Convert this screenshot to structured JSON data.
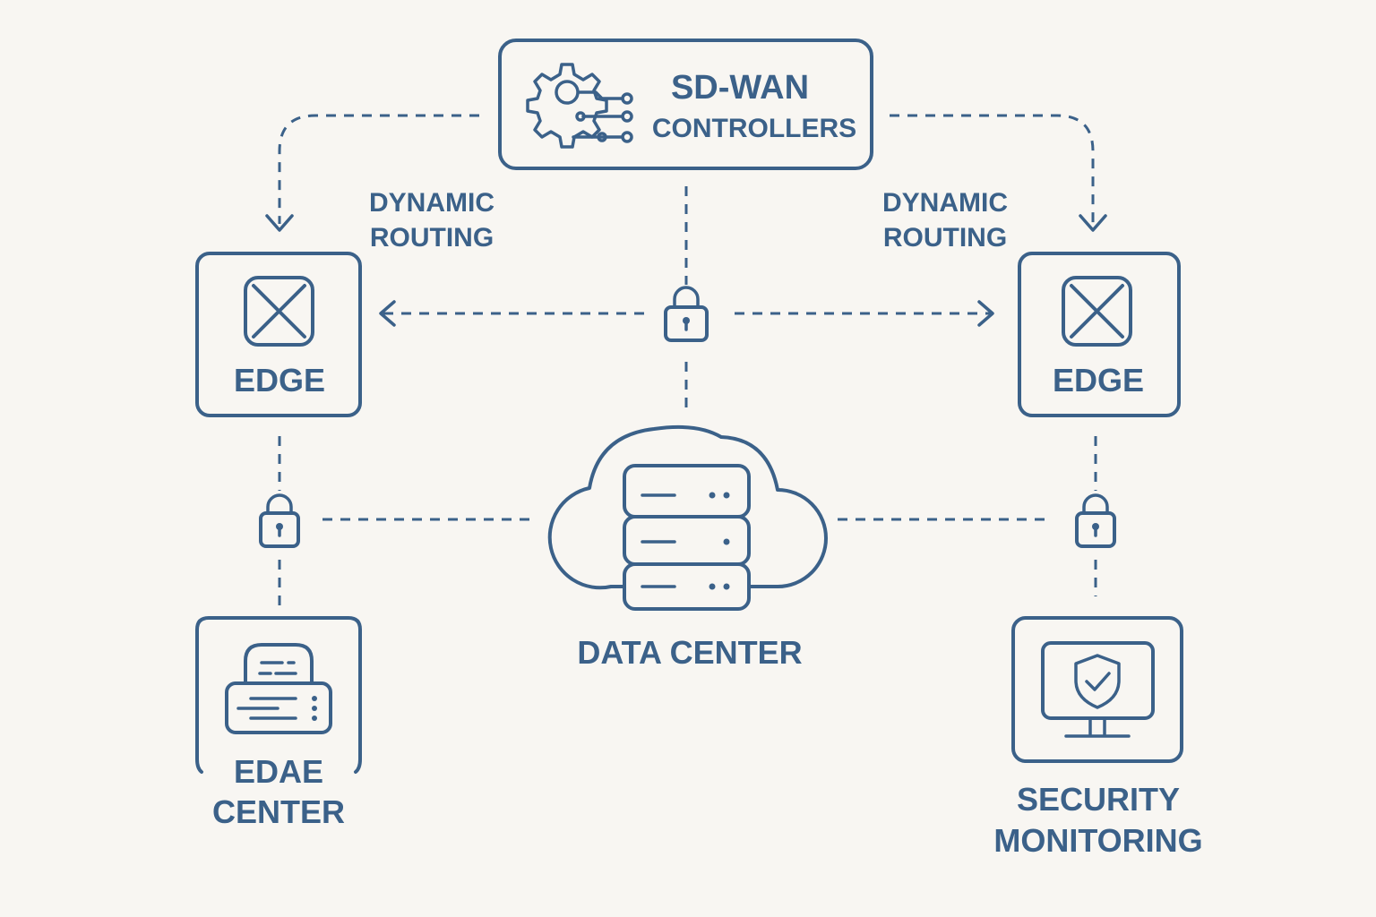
{
  "colors": {
    "background": "#f8f6f2",
    "stroke": "#3b6189"
  },
  "controllers": {
    "title": "SD-WAN",
    "subtitle": "CONTROLLERS",
    "icon": "gear-circuit-icon"
  },
  "routing_left": {
    "line1": "DYNAMIC",
    "line2": "ROUTING"
  },
  "routing_right": {
    "line1": "DYNAMIC",
    "line2": "ROUTING"
  },
  "edge_left": {
    "label": "EDGE",
    "icon": "router-x-icon"
  },
  "edge_right": {
    "label": "EDGE",
    "icon": "router-x-icon"
  },
  "data_center": {
    "label": "DATA CENTER",
    "icon": "cloud-server-icon"
  },
  "edge_center": {
    "line1": "EDAE",
    "line2": "CENTER",
    "icon": "server-icon"
  },
  "security": {
    "line1": "SECURITY",
    "line2": "MONITORING",
    "icon": "shield-monitor-icon"
  },
  "locks": [
    "lock-icon",
    "lock-icon",
    "lock-icon"
  ]
}
